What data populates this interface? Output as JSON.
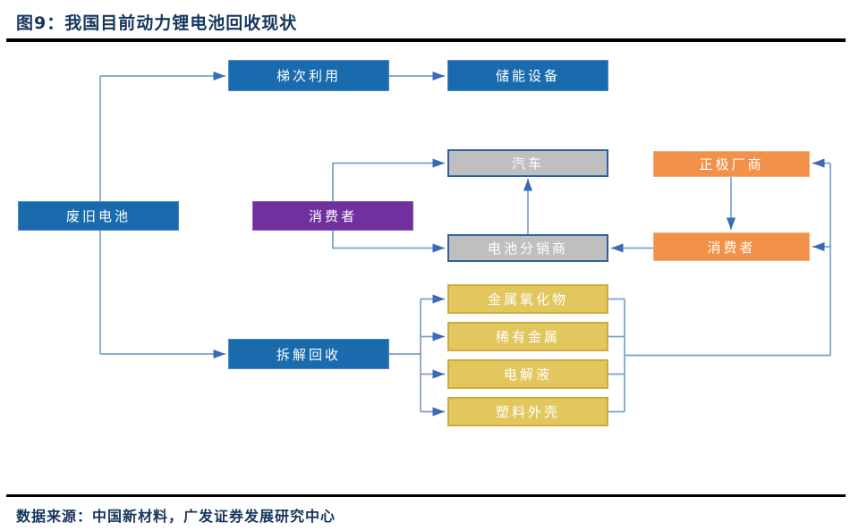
{
  "header": {
    "title": "图9：我国目前动力锂电池回收现状"
  },
  "footer": {
    "source": "数据来源：中国新材料，广发证券发展研究中心"
  },
  "diagram": {
    "nodes": {
      "waste_battery": {
        "label": "废旧电池",
        "color": "#1A6BAE"
      },
      "cascade_use": {
        "label": "梯次利用",
        "color": "#1A6BAE"
      },
      "storage_device": {
        "label": "储能设备",
        "color": "#1A6BAE"
      },
      "consumer_mid": {
        "label": "消费者",
        "color": "#7030A0"
      },
      "automobile": {
        "label": "汽车",
        "color": "#BFBFBF"
      },
      "battery_distributor": {
        "label": "电池分销商",
        "color": "#BFBFBF"
      },
      "cathode_maker": {
        "label": "正极厂商",
        "color": "#F2924A"
      },
      "consumer_right": {
        "label": "消费者",
        "color": "#F2924A"
      },
      "dismantle_recycle": {
        "label": "拆解回收",
        "color": "#1A6BAE"
      },
      "metal_oxide": {
        "label": "金属氧化物",
        "color": "#E2C75F"
      },
      "rare_metal": {
        "label": "稀有金属",
        "color": "#E2C75F"
      },
      "electrolyte": {
        "label": "电解液",
        "color": "#E2C75F"
      },
      "plastic_shell": {
        "label": "塑料外壳",
        "color": "#E2C75F"
      }
    },
    "edges": [
      "废旧电池 → 梯次利用",
      "梯次利用 → 储能设备",
      "废旧电池 → 拆解回收",
      "消费者(购) → 汽车",
      "消费者(购) → 电池分销商",
      "电池分销商 → 汽车",
      "正极厂商 → 消费者",
      "消费者 → 电池分销商",
      "拆解回收 → 金属氧化物 / 稀有金属 / 电解液 / 塑料外壳",
      "回收材料 → 正极厂商 / 消费者"
    ],
    "colors": {
      "blue": "#1A6BAE",
      "purple": "#7030A0",
      "gray_fill": "#BFBFBF",
      "gray_border": "#2E5FA3",
      "orange": "#F2924A",
      "yellow_fill": "#E2C75F",
      "yellow_border": "#D2A93C",
      "connector": "#7AA0D2",
      "arrowhead": "#3A6BB5",
      "title_text": "#16365C",
      "node_text": "#FFFFFF"
    }
  }
}
